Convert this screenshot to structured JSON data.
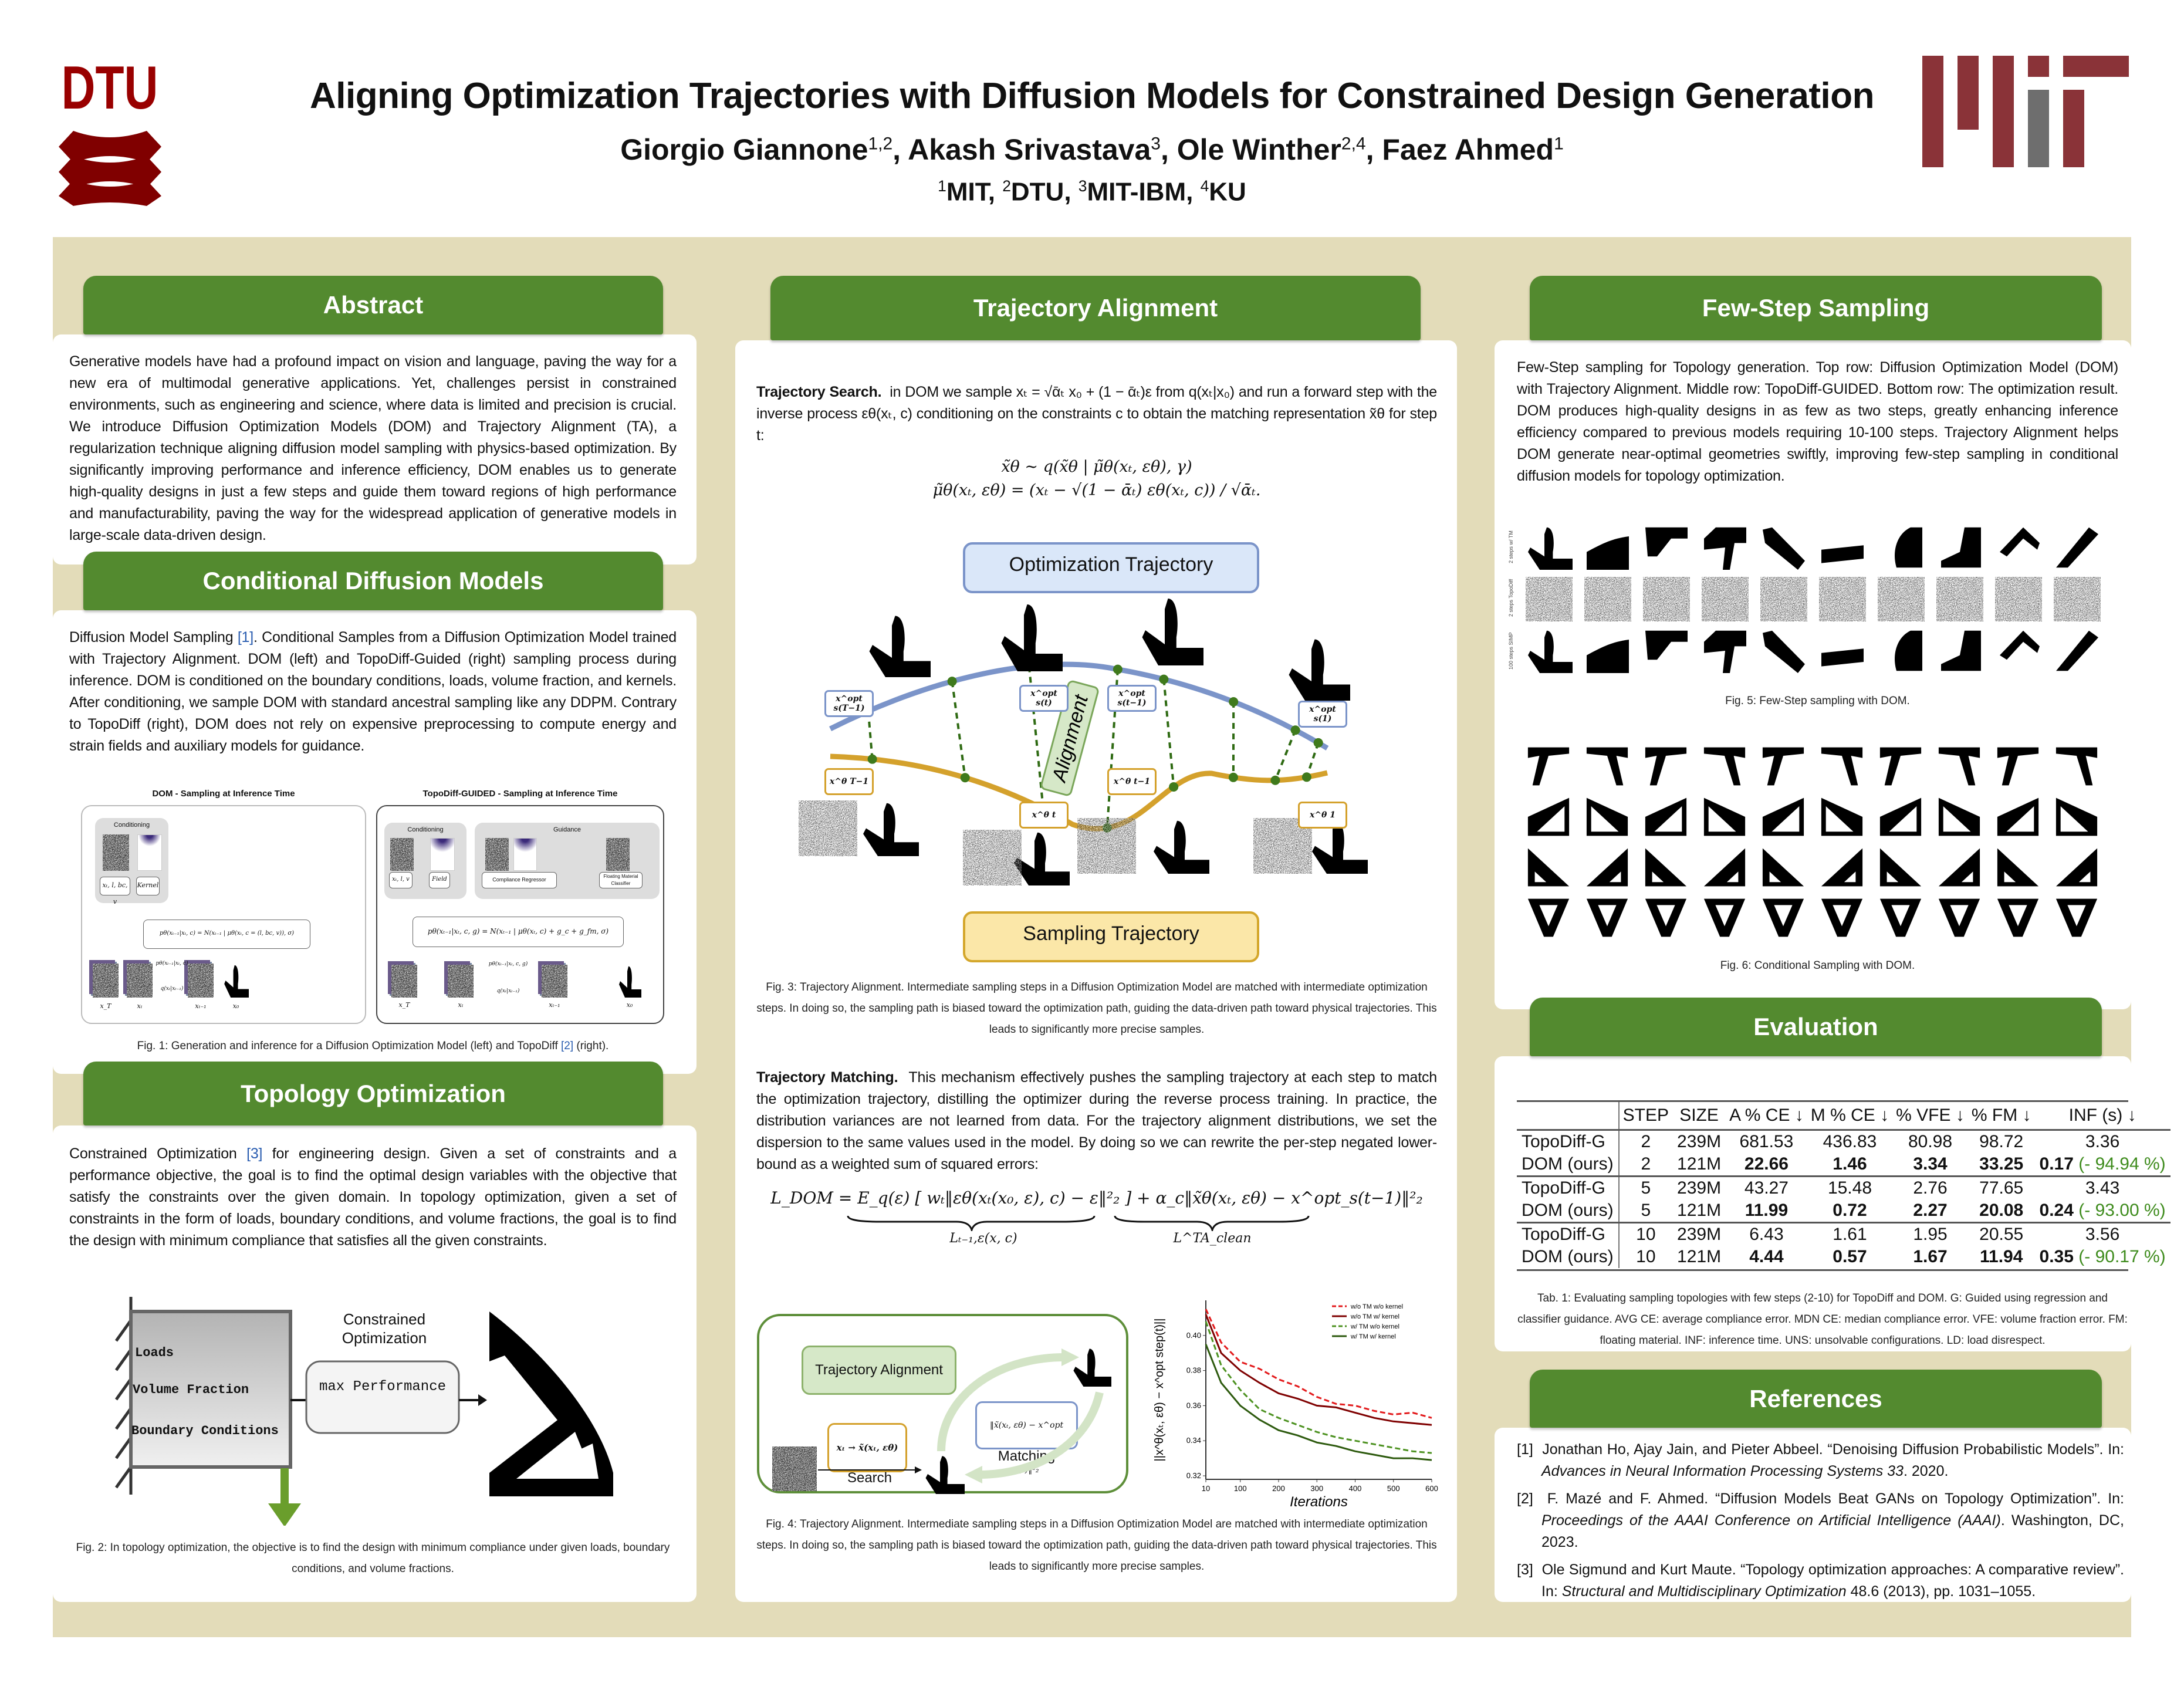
{
  "header": {
    "title": "Aligning Optimization Trajectories with Diffusion Models for Constrained Design Generation",
    "authors": [
      {
        "name": "Giorgio Giannone",
        "aff": "1,2"
      },
      {
        "name": "Akash Srivastava",
        "aff": "3"
      },
      {
        "name": "Ole Winther",
        "aff": "2,4"
      },
      {
        "name": "Faez Ahmed",
        "aff": "1"
      }
    ],
    "affiliations": [
      {
        "num": "1",
        "name": "MIT"
      },
      {
        "num": "2",
        "name": "DTU"
      },
      {
        "num": "3",
        "name": "MIT-IBM"
      },
      {
        "num": "4",
        "name": "KU"
      }
    ],
    "logo_left": "DTU",
    "logo_right": "MIT",
    "colors": {
      "dtu": "#990000",
      "mit_red": "#8a3338",
      "mit_gray": "#6e6e6e",
      "section": "#538a2f",
      "background": "#e3dcb9"
    }
  },
  "abstract": {
    "title": "Abstract",
    "text": "Generative models have had a profound impact on vision and language, paving the way for a new era of multimodal generative applications. Yet, challenges persist in constrained environments, such as engineering and science, where data is limited and precision is crucial. We introduce Diffusion Optimization Models (DOM) and Trajectory Alignment (TA), a regularization technique aligning diffusion model sampling with physics-based optimization. By significantly improving performance and inference efficiency, DOM enables us to generate high-quality designs in just a few steps and guide them toward regions of high performance and manufacturability, paving the way for the widespread application of generative models in large-scale data-driven design."
  },
  "cdm": {
    "title": "Conditional Diffusion Models",
    "text": [
      "Diffusion Model Sampling ",
      "[1]",
      ". Conditional Samples from a Diffusion Optimization Model trained with Trajectory Alignment. DOM (left) and TopoDiff-Guided (right) sampling process during inference. DOM is conditioned on the boundary conditions, loads, volume fraction, and kernels. After conditioning, we sample DOM with standard ancestral sampling like any DDPM. Contrary to TopoDiff (right), DOM does not rely on expensive preprocessing to compute energy and strain fields and auxiliary models for guidance."
    ],
    "fig": {
      "left_title": "DOM - Sampling at Inference Time",
      "right_title": "TopoDiff-GUIDED - Sampling at Inference Time",
      "conditioning": "Conditioning",
      "guidance": "Guidance",
      "dom_inputs": "xₜ, l, bc, v",
      "kernel": "Kernel",
      "topo_inputs": "xₜ, l, v",
      "field": "Field",
      "regressor": "Compliance Regressor",
      "classifier": "Floating Material Classifier",
      "dom_formula": "pθ(xₜ₋₁|xₜ, c) = N(xₜ₋₁ | μθ(xₜ, c = (l, bc, v)), σ)",
      "topo_formula": "pθ(xₜ₋₁|xₜ, c, g) = N(xₜ₋₁ | μθ(xₜ, c) + g_c + g_fm, σ)",
      "dom_reverse": "pθ(xₜ₋₁|xₜ, c)",
      "topo_reverse": "pθ(xₜ₋₁|xₜ, c, g)",
      "forward": "q(xₜ|xₜ₋₁)",
      "steps": [
        "x_T",
        "xₜ",
        "xₜ₋₁",
        "x₀"
      ]
    },
    "caption": [
      "Fig. 1: Generation and inference for a Diffusion Optimization Model (left) and TopoDiff ",
      "[2]",
      " (right)."
    ]
  },
  "topo": {
    "title": "Topology Optimization",
    "text": [
      "Constrained Optimization ",
      "[3]",
      " for engineering design. Given a set of constraints and a performance objective, the goal is to find the optimal design variables with the objective that satisfy the constraints over the given domain. In topology optimization, given a set of constraints in the form of loads, boundary conditions, and volume fractions, the goal is to find the design with minimum compliance that satisfies all the given constraints."
    ],
    "fig": {
      "loads": "Loads",
      "volume_fraction": "Volume Fraction",
      "boundary_conditions": "Boundary Conditions",
      "constrained_optimization": "Constrained Optimization",
      "objective": "max Performance"
    },
    "caption": "Fig. 2: In topology optimization, the objective is to find the design with minimum compliance under given loads, boundary conditions, and volume fractions."
  },
  "ta": {
    "title": "Trajectory Alignment",
    "search_lead": "Trajectory Search.",
    "search_text": "in DOM we sample xₜ = √ᾱₜ x₀ + (1 − ᾱₜ)ε from q(xₜ|x₀) and run a forward step with the inverse process εθ(xₜ, c) conditioning on the constraints c to obtain the matching representation x̃θ for step t:",
    "eq1": "x̃θ ∼ q(x̃θ | μ̃θ(xₜ, εθ), γ)",
    "eq2": "μ̃θ(xₜ, εθ) = (xₜ − √(1 − ᾱₜ) εθ(xₜ, c)) / √ᾱₜ.",
    "fig3": {
      "opt_label": "Optimization Trajectory",
      "samp_label": "Sampling Trajectory",
      "alignment": "Alignment",
      "opt_points": [
        "x^opt s(T−1)",
        "x^opt s(t)",
        "x^opt s(t−1)",
        "x^opt s(1)"
      ],
      "samp_points": [
        "x^θ T−1",
        "x^θ t",
        "x^θ t−1",
        "x^θ 1"
      ]
    },
    "fig3_caption": "Fig. 3: Trajectory Alignment. Intermediate sampling steps in a Diffusion Optimization Model are matched with intermediate optimization steps. In doing so, the sampling path is biased toward the optimization path, guiding the data-driven path toward physical trajectories. This leads to significantly more precise samples.",
    "matching_lead": "Trajectory Matching.",
    "matching_text": "This mechanism effectively pushes the sampling trajectory at each step to match the optimization trajectory, distilling the optimizer during the reverse process training. In practice, the distribution variances are not learned from data. For the trajectory alignment distributions, we set the dispersion to the same values used in the model. By doing so we can rewrite the per-step negated lower-bound as a weighted sum of squared errors:",
    "loss_eq": "L_DOM = E_q(ε) [ wₜ‖εθ(xₜ(x₀, ε), c) − ε‖²₂ ] + α_c‖x̃θ(xₜ, εθ) − x^opt_s(t−1)‖²₂",
    "loss_term1": "Lₜ₋₁,ε(x, c)",
    "loss_term2": "L^TA_clean",
    "fig4": {
      "title": "Trajectory Alignment",
      "search_formula": "xₜ → x̃(xₜ, εθ)",
      "search": "Search",
      "match_formula": "‖x̃(xₜ, εθ) − x^opt s(t)‖²₂",
      "matching": "Matching"
    },
    "fig4_caption": "Fig. 4: Trajectory Alignment. Intermediate sampling steps in a Diffusion Optimization Model are matched with intermediate optimization steps. In doing so, the sampling path is biased toward the optimization path, guiding the data-driven path toward physical trajectories. This leads to significantly more precise samples."
  },
  "chart_data": {
    "type": "line",
    "title": "",
    "xlabel": "Iterations",
    "ylabel": "||x^θ(xₜ, εθ) − x^opt step(t)||",
    "xlim": [
      10,
      600
    ],
    "ylim": [
      0.318,
      0.42
    ],
    "xticks": [
      "10",
      "100",
      "200",
      "300",
      "400",
      "500",
      "600"
    ],
    "yticks": [
      "0.32",
      "0.34",
      "0.36",
      "0.38",
      "0.40"
    ],
    "grid": false,
    "legend": "top-right",
    "x": [
      10,
      50,
      100,
      150,
      200,
      250,
      300,
      350,
      400,
      450,
      500,
      550,
      600
    ],
    "series": [
      {
        "name": "w/o TM w/o kernel",
        "color": "#e31a1c",
        "style": "dashed",
        "values": [
          0.415,
          0.396,
          0.385,
          0.381,
          0.375,
          0.371,
          0.365,
          0.361,
          0.36,
          0.357,
          0.355,
          0.356,
          0.353
        ]
      },
      {
        "name": "w/o TM w/ kernel",
        "color": "#7f0000",
        "style": "solid",
        "values": [
          0.412,
          0.39,
          0.38,
          0.373,
          0.367,
          0.364,
          0.36,
          0.359,
          0.356,
          0.353,
          0.351,
          0.35,
          0.349
        ]
      },
      {
        "name": "w/ TM w/o kernel",
        "color": "#4d9221",
        "style": "dashed",
        "values": [
          0.408,
          0.383,
          0.369,
          0.358,
          0.353,
          0.349,
          0.345,
          0.342,
          0.34,
          0.338,
          0.336,
          0.334,
          0.333
        ]
      },
      {
        "name": "w/ TM w/ kernel",
        "color": "#2d5a0e",
        "style": "solid",
        "values": [
          0.395,
          0.373,
          0.36,
          0.352,
          0.346,
          0.343,
          0.339,
          0.337,
          0.334,
          0.332,
          0.33,
          0.33,
          0.329
        ]
      }
    ]
  },
  "fewstep": {
    "title": "Few-Step Sampling",
    "text": "Few-Step sampling for Topology generation. Top row: Diffusion Optimization Model (DOM) with Trajectory Alignment. Middle row: TopoDiff-GUIDED. Bottom row: The optimization result. DOM produces high-quality designs in as few as two steps, greatly enhancing inference efficiency compared to previous models requiring 10-100 steps. Trajectory Alignment helps DOM generate near-optimal geometries swiftly, improving few-step sampling in conditional diffusion models for topology optimization.",
    "row_labels": [
      "2 steps w/ TM",
      "2 steps TopoDiff",
      "100 steps SIMP"
    ],
    "fig5_caption": "Fig. 5: Few-Step sampling with DOM.",
    "fig6_caption": "Fig. 6: Conditional Sampling with DOM."
  },
  "evaluation": {
    "title": "Evaluation",
    "columns": [
      "",
      "STEP",
      "SIZE",
      "A % CE ↓",
      "M % CE ↓",
      "% VFE ↓",
      "% FM ↓",
      "INF (s) ↓"
    ],
    "groups": [
      {
        "rows": [
          {
            "model": "TopoDiff-G",
            "step": "2",
            "size": "239M",
            "ace": "681.53",
            "mce": "436.83",
            "vfe": "80.98",
            "fm": "98.72",
            "inf": "3.36",
            "delta": ""
          },
          {
            "model": "DOM (ours)",
            "step": "2",
            "size": "121M",
            "ace": "22.66",
            "mce": "1.46",
            "vfe": "3.34",
            "fm": "33.25",
            "inf": "0.17",
            "delta": "- 94.94 %"
          }
        ]
      },
      {
        "rows": [
          {
            "model": "TopoDiff-G",
            "step": "5",
            "size": "239M",
            "ace": "43.27",
            "mce": "15.48",
            "vfe": "2.76",
            "fm": "77.65",
            "inf": "3.43",
            "delta": ""
          },
          {
            "model": "DOM (ours)",
            "step": "5",
            "size": "121M",
            "ace": "11.99",
            "mce": "0.72",
            "vfe": "2.27",
            "fm": "20.08",
            "inf": "0.24",
            "delta": "- 93.00 %"
          }
        ]
      },
      {
        "rows": [
          {
            "model": "TopoDiff-G",
            "step": "10",
            "size": "239M",
            "ace": "6.43",
            "mce": "1.61",
            "vfe": "1.95",
            "fm": "20.55",
            "inf": "3.56",
            "delta": ""
          },
          {
            "model": "DOM (ours)",
            "step": "10",
            "size": "121M",
            "ace": "4.44",
            "mce": "0.57",
            "vfe": "1.67",
            "fm": "11.94",
            "inf": "0.35",
            "delta": "- 90.17 %"
          }
        ]
      }
    ],
    "caption": "Tab. 1: Evaluating sampling topologies with few steps (2-10) for TopoDiff and DOM. G: Guided using regression and classifier guidance. AVG CE: average compliance error. MDN CE: median compliance error. VFE: volume fraction error. FM: floating material. INF: inference time. UNS: unsolvable configurations. LD: load disrespect."
  },
  "references": {
    "title": "References",
    "items": [
      {
        "num": "[1]",
        "text": "Jonathan Ho, Ajay Jain, and Pieter Abbeel. “Denoising Diffusion Probabilistic Models”. In: ",
        "venue": "Advances in Neural Information Processing Systems 33",
        "tail": ". 2020."
      },
      {
        "num": "[2]",
        "text": "F. Mazé and F. Ahmed. “Diffusion Models Beat GANs on Topology Optimization”. In: ",
        "venue": "Proceedings of the AAAI Conference on Artificial Intelligence (AAAI)",
        "tail": ". Washington, DC, 2023."
      },
      {
        "num": "[3]",
        "text": "Ole Sigmund and Kurt Maute. “Topology optimization approaches: A comparative review”. In: ",
        "venue": "Structural and Multidisciplinary Optimization",
        "tail": " 48.6 (2013), pp. 1031–1055."
      }
    ]
  }
}
